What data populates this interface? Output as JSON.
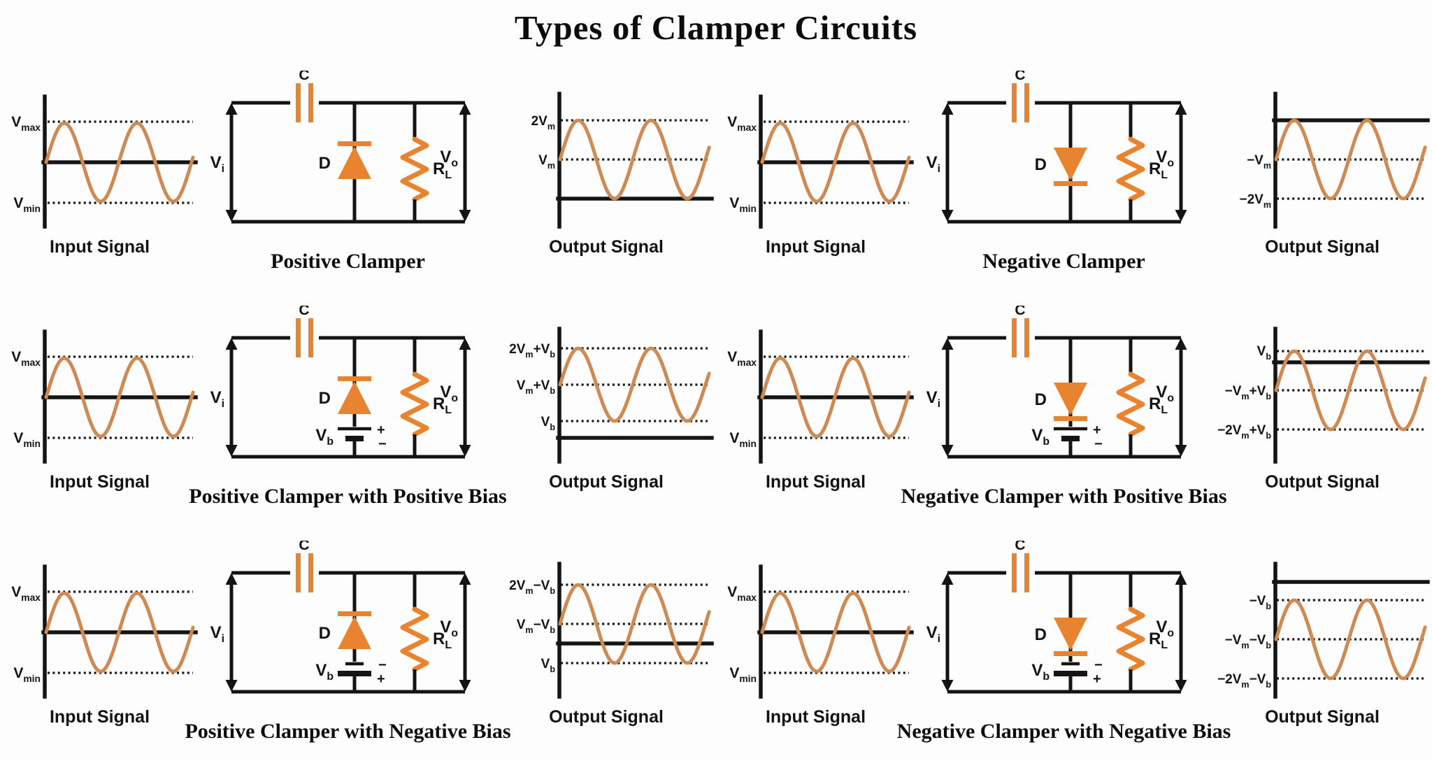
{
  "title": "Types of Clamper Circuits",
  "colors": {
    "wave": "#CE8A52",
    "component": "#E8832F",
    "ink": "#141414"
  },
  "labels": {
    "input_title": "Input Signal",
    "output_title": "Output Signal",
    "vmax": [
      {
        "t": "V"
      },
      {
        "s": "max"
      }
    ],
    "vmin": [
      {
        "t": "V"
      },
      {
        "s": "min"
      }
    ],
    "vi": [
      {
        "t": "V"
      },
      {
        "s": "i"
      }
    ],
    "vo": [
      {
        "t": "V"
      },
      {
        "s": "o"
      }
    ],
    "vb": [
      {
        "t": "V"
      },
      {
        "s": "b"
      }
    ],
    "cap": "C",
    "diode": "D",
    "res": [
      {
        "t": "R"
      },
      {
        "s": "L"
      }
    ],
    "plus": "+",
    "minus": "−"
  },
  "panels": [
    {
      "caption": "Positive Clamper",
      "out_levels": [
        [
          {
            "t": "2V"
          },
          {
            "s": "m"
          }
        ],
        [
          {
            "t": "V"
          },
          {
            "s": "m"
          }
        ]
      ]
    },
    {
      "caption": "Negative Clamper",
      "out_levels": [
        [
          {
            "t": "−V"
          },
          {
            "s": "m"
          }
        ],
        [
          {
            "t": "−2V"
          },
          {
            "s": "m"
          }
        ]
      ]
    },
    {
      "caption": "Positive Clamper with Positive Bias",
      "out_levels": [
        [
          {
            "t": "2V"
          },
          {
            "s": "m"
          },
          {
            "t": "+V"
          },
          {
            "s": "b"
          }
        ],
        [
          {
            "t": "V"
          },
          {
            "s": "m"
          },
          {
            "t": "+V"
          },
          {
            "s": "b"
          }
        ],
        [
          {
            "t": "V"
          },
          {
            "s": "b"
          }
        ]
      ]
    },
    {
      "caption": "Negative Clamper with Positive Bias",
      "out_levels": [
        [
          {
            "t": "V"
          },
          {
            "s": "b"
          }
        ],
        [
          {
            "t": "−V"
          },
          {
            "s": "m"
          },
          {
            "t": "+V"
          },
          {
            "s": "b"
          }
        ],
        [
          {
            "t": "−2V"
          },
          {
            "s": "m"
          },
          {
            "t": "+V"
          },
          {
            "s": "b"
          }
        ]
      ]
    },
    {
      "caption": "Positive Clamper with Negative Bias",
      "out_levels": [
        [
          {
            "t": "2V"
          },
          {
            "s": "m"
          },
          {
            "t": "−V"
          },
          {
            "s": "b"
          }
        ],
        [
          {
            "t": "V"
          },
          {
            "s": "m"
          },
          {
            "t": "−V"
          },
          {
            "s": "b"
          }
        ],
        [
          {
            "t": "V"
          },
          {
            "s": "b"
          }
        ]
      ]
    },
    {
      "caption": "Negative Clamper with Negative Bias",
      "out_levels": [
        [
          {
            "t": "−V"
          },
          {
            "s": "b"
          }
        ],
        [
          {
            "t": "−V"
          },
          {
            "s": "m"
          },
          {
            "t": "−V"
          },
          {
            "s": "b"
          }
        ],
        [
          {
            "t": "−2V"
          },
          {
            "s": "m"
          },
          {
            "t": "−V"
          },
          {
            "s": "b"
          }
        ]
      ]
    }
  ]
}
